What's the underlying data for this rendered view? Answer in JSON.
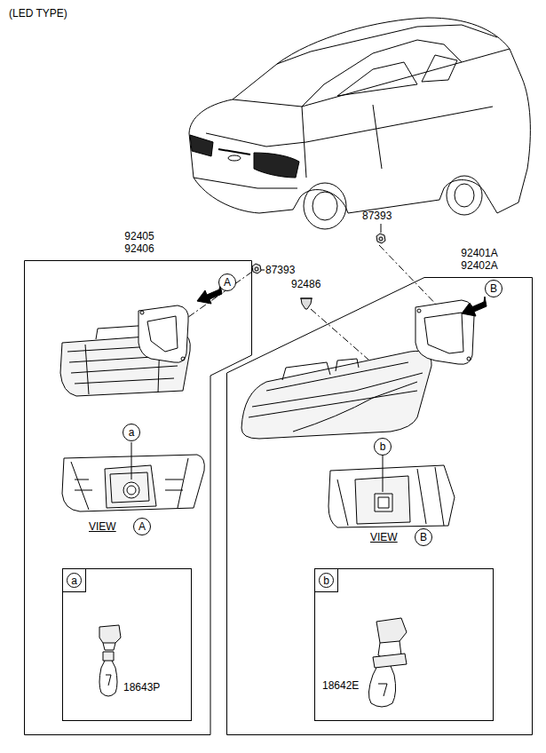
{
  "diagram": {
    "title": "(LED TYPE)",
    "nodes": [
      {
        "text": [
          "92405",
          "92406"
        ]
      },
      {
        "text": [
          "A"
        ],
        "in": 0
      },
      {
        "text": [
          "a"
        ],
        "in": 0
      },
      {
        "text": [
          "A"
        ],
        "in": 0
      },
      {
        "text": [
          "a",
          "18643P"
        ],
        "in": 0
      },
      {
        "text": [
          "92401A",
          "92402A"
        ]
      },
      {
        "text": [
          "B"
        ],
        "in": 5
      },
      {
        "text": [
          "b"
        ],
        "in": 5
      },
      {
        "text": [
          "B"
        ],
        "in": 5
      },
      {
        "text": [
          "b",
          "18642E"
        ],
        "in": 5
      }
    ],
    "labels": [
      "87393",
      "87393",
      "92486",
      "VIEW",
      "VIEW"
    ]
  }
}
